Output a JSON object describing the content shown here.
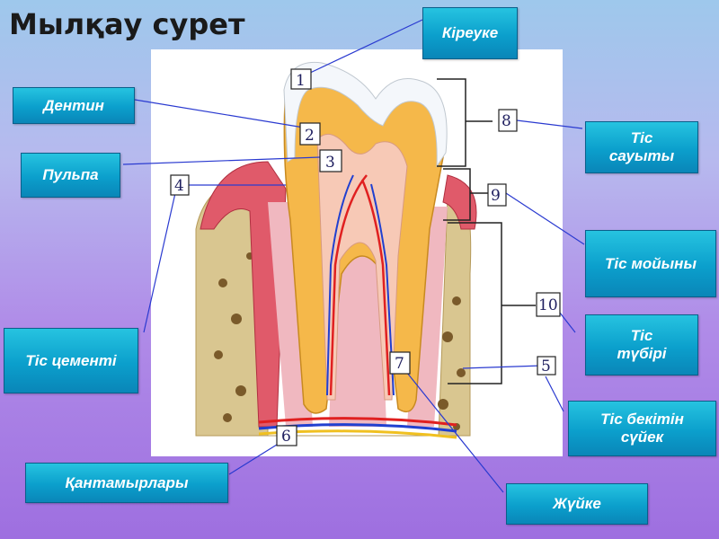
{
  "slide": {
    "title": "Мылқау сурет"
  },
  "labels": {
    "enamel": "Кіреуке",
    "dentin": "Дентин",
    "pulp": "Пульпа",
    "crown": "Тіс сауыты",
    "neck": "Тіс мойыны",
    "root": "Тіс түбірі",
    "cement": "Тіс цементі",
    "bone": "Тіс бекітін сүйек",
    "vessels": "Қантамырлары",
    "nerve": "Жүйке"
  },
  "figure": {
    "numbers": [
      "1",
      "2",
      "3",
      "4",
      "5",
      "6",
      "7",
      "8",
      "9",
      "10"
    ]
  },
  "colors": {
    "label_bg": "#0b9fcc",
    "enamel": "#f2f6fa",
    "dentin": "#f5b84a",
    "pulp": "#f7c9b6",
    "gum": "#e0586a",
    "bone": "#d8c48a",
    "artery": "#e02020",
    "vein": "#2040d0"
  }
}
